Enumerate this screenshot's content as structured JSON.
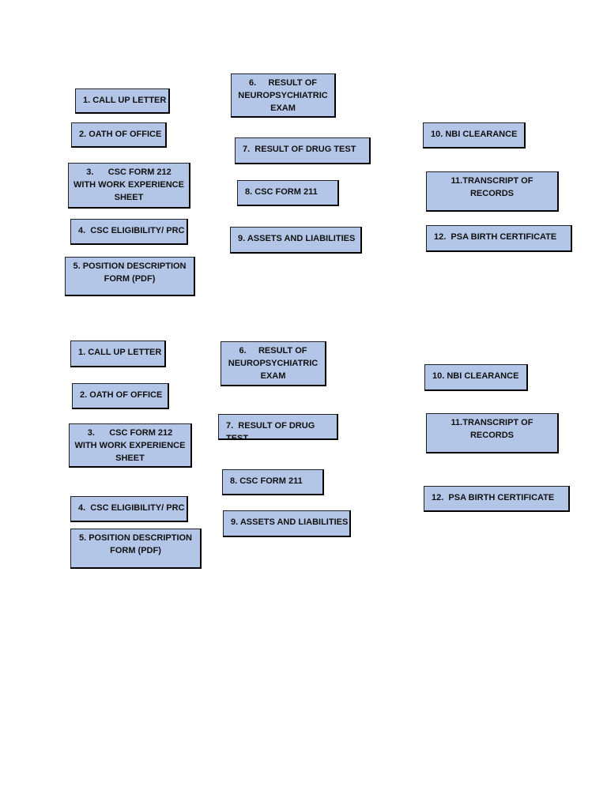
{
  "set_top": {
    "box1": [
      "1. CALL UP LETTER"
    ],
    "box2": [
      "2. OATH OF OFFICE"
    ],
    "box3": [
      "3.      CSC FORM 212",
      "WITH WORK EXPERIENCE",
      "SHEET"
    ],
    "box4": [
      "4.  CSC ELIGIBILITY/ PRC"
    ],
    "box5": [
      "5. POSITION DESCRIPTION",
      "FORM (PDF)"
    ],
    "box6": [
      "6.     RESULT OF",
      "NEUROPSYCHIATRIC",
      "EXAM"
    ],
    "box7": [
      "7.  RESULT OF DRUG TEST"
    ],
    "box8": [
      "8. CSC FORM 211"
    ],
    "box9": [
      "9. ASSETS AND LIABILITIES"
    ],
    "box10": [
      "10. NBI CLEARANCE"
    ],
    "box11": [
      "11.TRANSCRIPT OF",
      "RECORDS"
    ],
    "box12": [
      "12.  PSA BIRTH CERTIFICATE"
    ]
  },
  "set_bottom": {
    "box1": [
      "1. CALL UP LETTER"
    ],
    "box2": [
      "2. OATH OF OFFICE"
    ],
    "box3": [
      "3.      CSC FORM 212",
      "WITH WORK EXPERIENCE",
      "SHEET"
    ],
    "box4": [
      "4.  CSC ELIGIBILITY/ PRC"
    ],
    "box5": [
      "5. POSITION DESCRIPTION",
      "FORM (PDF)"
    ],
    "box6": [
      "6.     RESULT OF",
      "NEUROPSYCHIATRIC",
      "EXAM"
    ],
    "box7": [
      "7.  RESULT OF DRUG",
      "TEST"
    ],
    "box8": [
      "8. CSC FORM 211"
    ],
    "box9": [
      "9. ASSETS AND LIABILITIES"
    ],
    "box10": [
      "10. NBI CLEARANCE"
    ],
    "box11": [
      "11.TRANSCRIPT OF",
      "RECORDS"
    ],
    "box12": [
      "12.  PSA BIRTH CERTIFICATE"
    ]
  }
}
